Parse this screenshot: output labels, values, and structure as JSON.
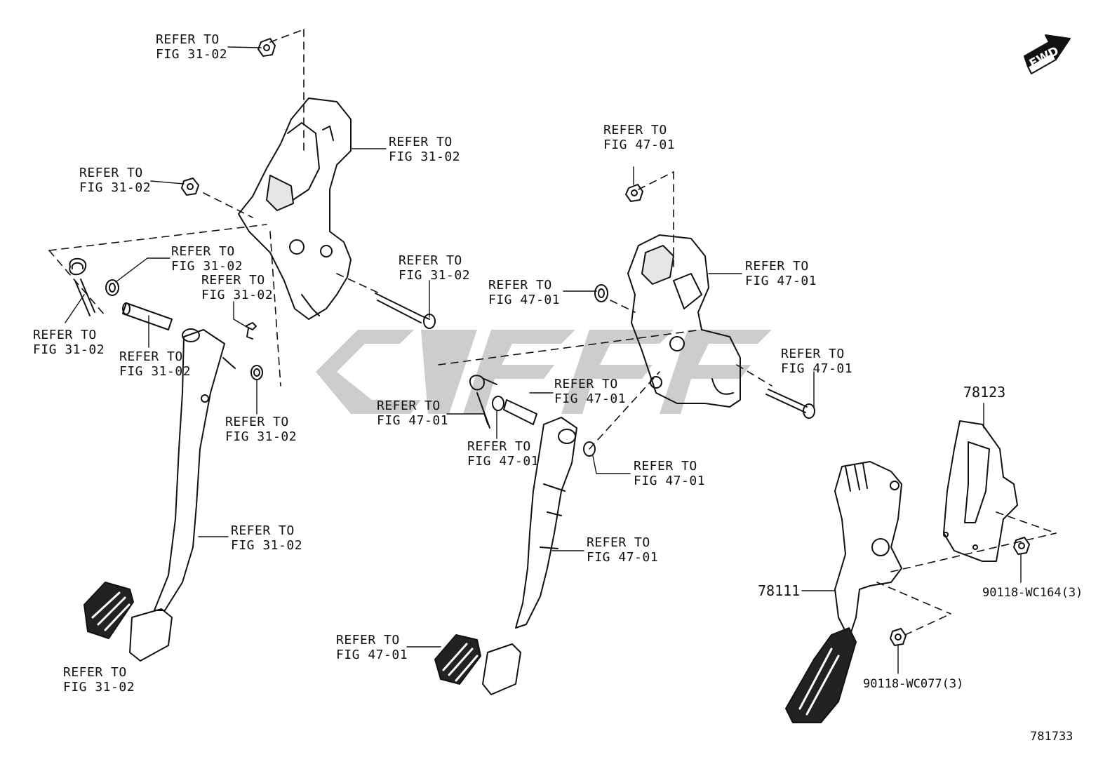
{
  "fwd_badge": {
    "text": "FWD"
  },
  "diagram_id": "781733",
  "watermark": {
    "color": "#c8c8c8"
  },
  "ref_labels": [
    {
      "id": "r1",
      "line1": "REFER TO",
      "line2": "FIG 31-02"
    },
    {
      "id": "r2",
      "line1": "REFER TO",
      "line2": "FIG 31-02"
    },
    {
      "id": "r3",
      "line1": "REFER TO",
      "line2": "FIG 31-02"
    },
    {
      "id": "r4",
      "line1": "REFER TO",
      "line2": "FIG 31-02"
    },
    {
      "id": "r5",
      "line1": "REFER TO",
      "line2": "FIG 31-02"
    },
    {
      "id": "r6",
      "line1": "REFER TO",
      "line2": "FIG 31-02"
    },
    {
      "id": "r7",
      "line1": "REFER TO",
      "line2": "FIG 31-02"
    },
    {
      "id": "r8",
      "line1": "REFER TO",
      "line2": "FIG 31-02"
    },
    {
      "id": "r9",
      "line1": "REFER TO",
      "line2": "FIG 31-02"
    },
    {
      "id": "r10",
      "line1": "REFER TO",
      "line2": "FIG 31-02"
    },
    {
      "id": "r11",
      "line1": "REFER TO",
      "line2": "FIG 31-02"
    },
    {
      "id": "r12",
      "line1": "REFER TO",
      "line2": "FIG 47-01"
    },
    {
      "id": "r13",
      "line1": "REFER TO",
      "line2": "FIG 47-01"
    },
    {
      "id": "r14",
      "line1": "REFER TO",
      "line2": "FIG 47-01"
    },
    {
      "id": "r15",
      "line1": "REFER TO",
      "line2": "FIG 47-01"
    },
    {
      "id": "r16",
      "line1": "REFER TO",
      "line2": "FIG 47-01"
    },
    {
      "id": "r17",
      "line1": "REFER TO",
      "line2": "FIG 47-01"
    },
    {
      "id": "r18",
      "line1": "REFER TO",
      "line2": "FIG 47-01"
    },
    {
      "id": "r19",
      "line1": "REFER TO",
      "line2": "FIG 47-01"
    },
    {
      "id": "r20",
      "line1": "REFER TO",
      "line2": "FIG 47-01"
    },
    {
      "id": "r21",
      "line1": "REFER TO",
      "line2": "FIG 47-01"
    }
  ],
  "part_numbers": {
    "bracket": "78123",
    "pedal_assy": "78111",
    "nut_upper": "90118-WC164(3)",
    "nut_lower": "90118-WC077(3)"
  }
}
